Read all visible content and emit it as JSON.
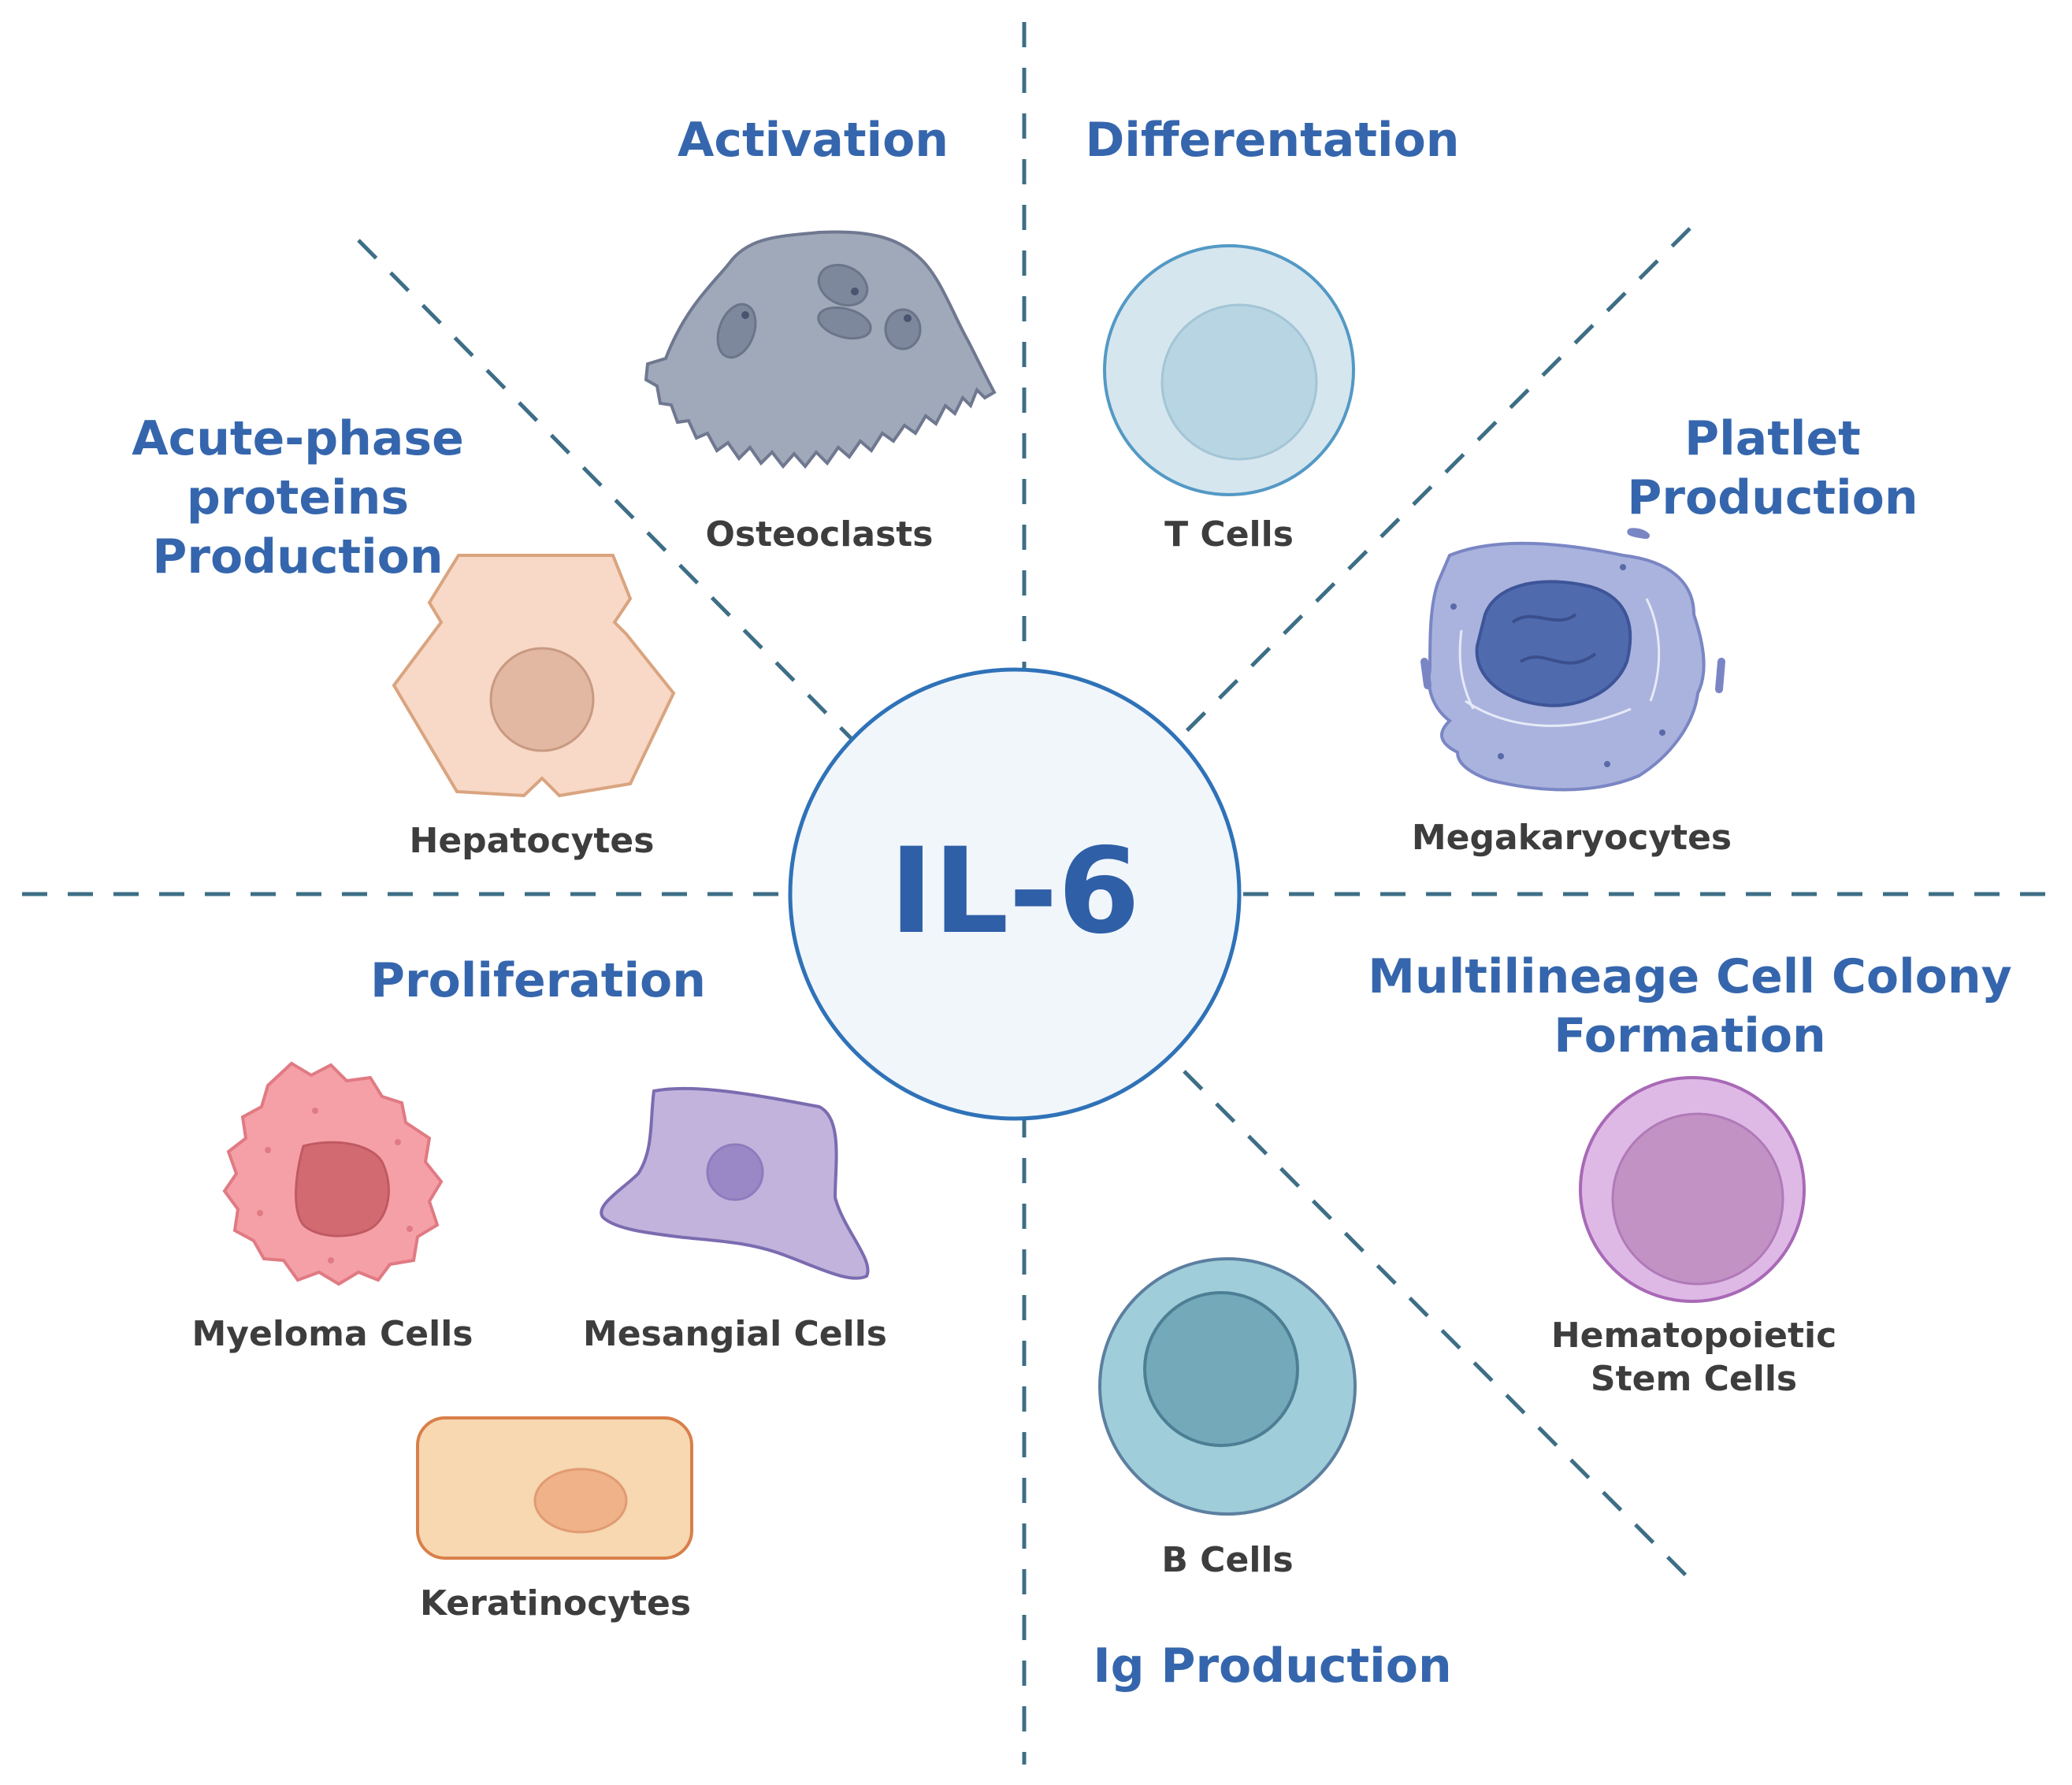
{
  "center": {
    "label": "IL-6"
  },
  "headings": {
    "activation": "Activation",
    "differentiation": "Differentation",
    "acute_phase": [
      "Acute-phase",
      "proteins",
      "Production"
    ],
    "platelet": [
      "Platlet",
      "Production"
    ],
    "proliferation": "Proliferation",
    "multilineage": [
      "Multilineage Cell Colony",
      "Formation"
    ],
    "ig_production": "Ig Production"
  },
  "cells": {
    "osteoclasts": "Osteoclasts",
    "t_cells": "T Cells",
    "hepatocytes": "Hepatocytes",
    "megakaryocytes": "Megakaryocytes",
    "myeloma": "Myeloma Cells",
    "mesangial": "Mesangial Cells",
    "keratinocytes": "Keratinocytes",
    "b_cells": "B Cells",
    "hematopoietic": [
      "Hematopoietic",
      "Stem Cells"
    ]
  },
  "colors": {
    "heading": "#3566ad",
    "label": "#3d3d3d",
    "divider": "#3d6e86",
    "center_fill": "#f1f6fb",
    "center_stroke": "#2f72b8"
  }
}
